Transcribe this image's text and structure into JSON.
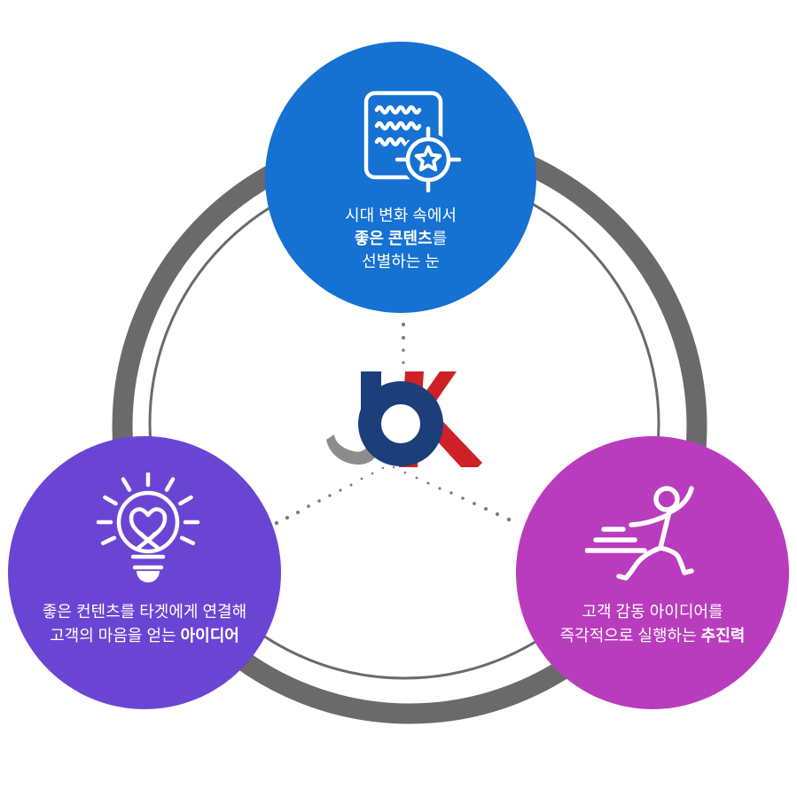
{
  "colors": {
    "blue": "#1571d2",
    "purple": "#6a45d4",
    "magenta": "#ba3cbe",
    "navy": "#1c3e7a",
    "red": "#ce2027",
    "logo_gray": "#8c8c8c",
    "ring_gray": "#6a6a6a",
    "dot_gray": "#7b7b7b",
    "white": "#ffffff"
  },
  "diagram": {
    "logo_text": "JBK",
    "bubble_top": {
      "icon": "document-target-icon",
      "line1": "시대 변화 속에서",
      "line2_bold": "좋은 콘텐츠",
      "line2_rest": "를",
      "line3": "선별하는 눈"
    },
    "bubble_left": {
      "icon": "lightbulb-heart-icon",
      "line1": "좋은 컨텐츠를 타겟에게 연결해",
      "line2_pre": "고객의 마음을 얻는 ",
      "line2_bold": "아이디어"
    },
    "bubble_right": {
      "icon": "running-person-icon",
      "line1": "고객 감동 아이디어를",
      "line2_pre": "즉각적으로 실행하는 ",
      "line2_bold": "추진력"
    }
  }
}
